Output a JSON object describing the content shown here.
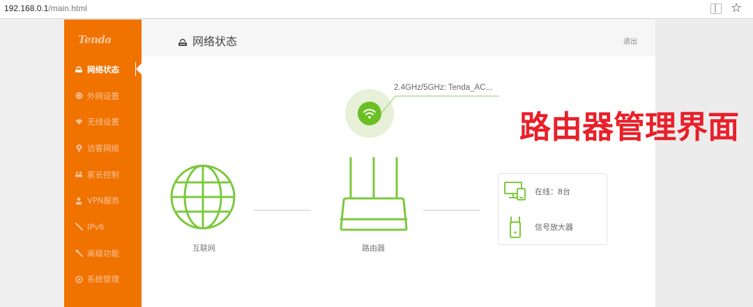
{
  "browser": {
    "url_host": "192.168.0.1",
    "url_path": "/main.html",
    "reader_icon": "reader-view-icon",
    "bookmark_icon": "star-icon"
  },
  "sidebar": {
    "brand": "Tenda",
    "items": [
      {
        "label": "网络状态",
        "icon": "router-status-icon",
        "active": true
      },
      {
        "label": "外网设置",
        "icon": "globe-icon",
        "active": false
      },
      {
        "label": "无线设置",
        "icon": "wifi-icon",
        "active": false
      },
      {
        "label": "访客网络",
        "icon": "guest-icon",
        "active": false
      },
      {
        "label": "家长控制",
        "icon": "parental-icon",
        "active": false
      },
      {
        "label": "VPN服务",
        "icon": "vpn-icon",
        "active": false
      },
      {
        "label": "IPv6",
        "icon": "ipv6-icon",
        "active": false
      },
      {
        "label": "高级功能",
        "icon": "wrench-icon",
        "active": false
      },
      {
        "label": "系统管理",
        "icon": "settings-icon",
        "active": false
      }
    ]
  },
  "header": {
    "title": "网络状态",
    "logout": "退出"
  },
  "topology": {
    "ssid": "2.4GHz/5GHz: Tenda_AC...",
    "internet_label": "互联网",
    "router_label": "路由器",
    "online_devices": "在线：8台",
    "extender_label": "信号放大器"
  },
  "colors": {
    "sidebar_orange": "#f07300",
    "accent_green": "#6bbf24",
    "overlay_red": "#e8202a"
  },
  "overlay": {
    "caption": "路由器管理界面"
  }
}
